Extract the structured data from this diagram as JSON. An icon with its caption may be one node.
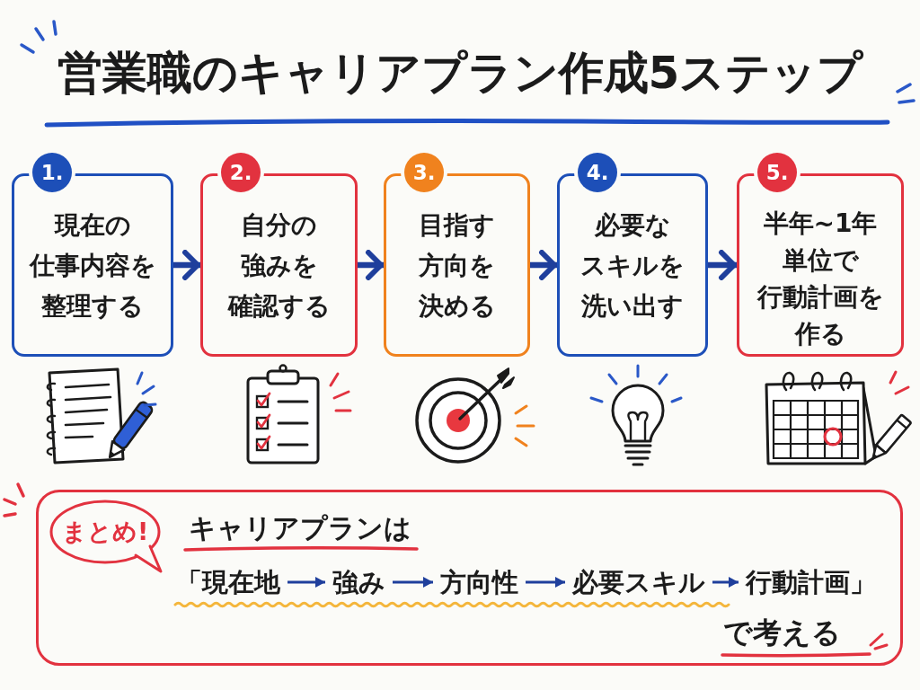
{
  "diagram": {
    "title": "営業職のキャリアプラン作成5ステップ",
    "nodes": [
      {
        "text": [
          "1.",
          "現在の仕事内容を整理する"
        ]
      },
      {
        "text": [
          "2.",
          "自分の強みを確認する"
        ]
      },
      {
        "text": [
          "3.",
          "目指す方向を決める"
        ]
      },
      {
        "text": [
          "4.",
          "必要なスキルを洗い出す"
        ]
      },
      {
        "text": [
          "5.",
          "半年~1年単位で行動計画を作る"
        ]
      },
      {
        "text": [
          "キャリアプランは",
          "で考える"
        ]
      },
      {
        "text": [
          "まとめ!"
        ],
        "in": 5
      },
      {
        "text": [
          "「現在地"
        ],
        "in": 5
      },
      {
        "text": [
          "強み"
        ],
        "in": 5
      },
      {
        "text": [
          "方向性"
        ],
        "in": 5
      },
      {
        "text": [
          "必要スキル"
        ],
        "in": 5
      },
      {
        "text": [
          "行動計画」"
        ],
        "in": 5
      }
    ],
    "edges": [
      {
        "from": 0,
        "to": 1,
        "arrow": "to",
        "style": "thick"
      },
      {
        "from": 1,
        "to": 2,
        "arrow": "to",
        "style": "thick"
      },
      {
        "from": 2,
        "to": 3,
        "arrow": "to",
        "style": "thick"
      },
      {
        "from": 3,
        "to": 4,
        "arrow": "to",
        "style": "thick"
      },
      {
        "from": 7,
        "to": 8,
        "arrow": "to"
      },
      {
        "from": 8,
        "to": 9,
        "arrow": "to"
      },
      {
        "from": 9,
        "to": 10,
        "arrow": "to"
      },
      {
        "from": 10,
        "to": 11,
        "arrow": "to"
      }
    ]
  }
}
